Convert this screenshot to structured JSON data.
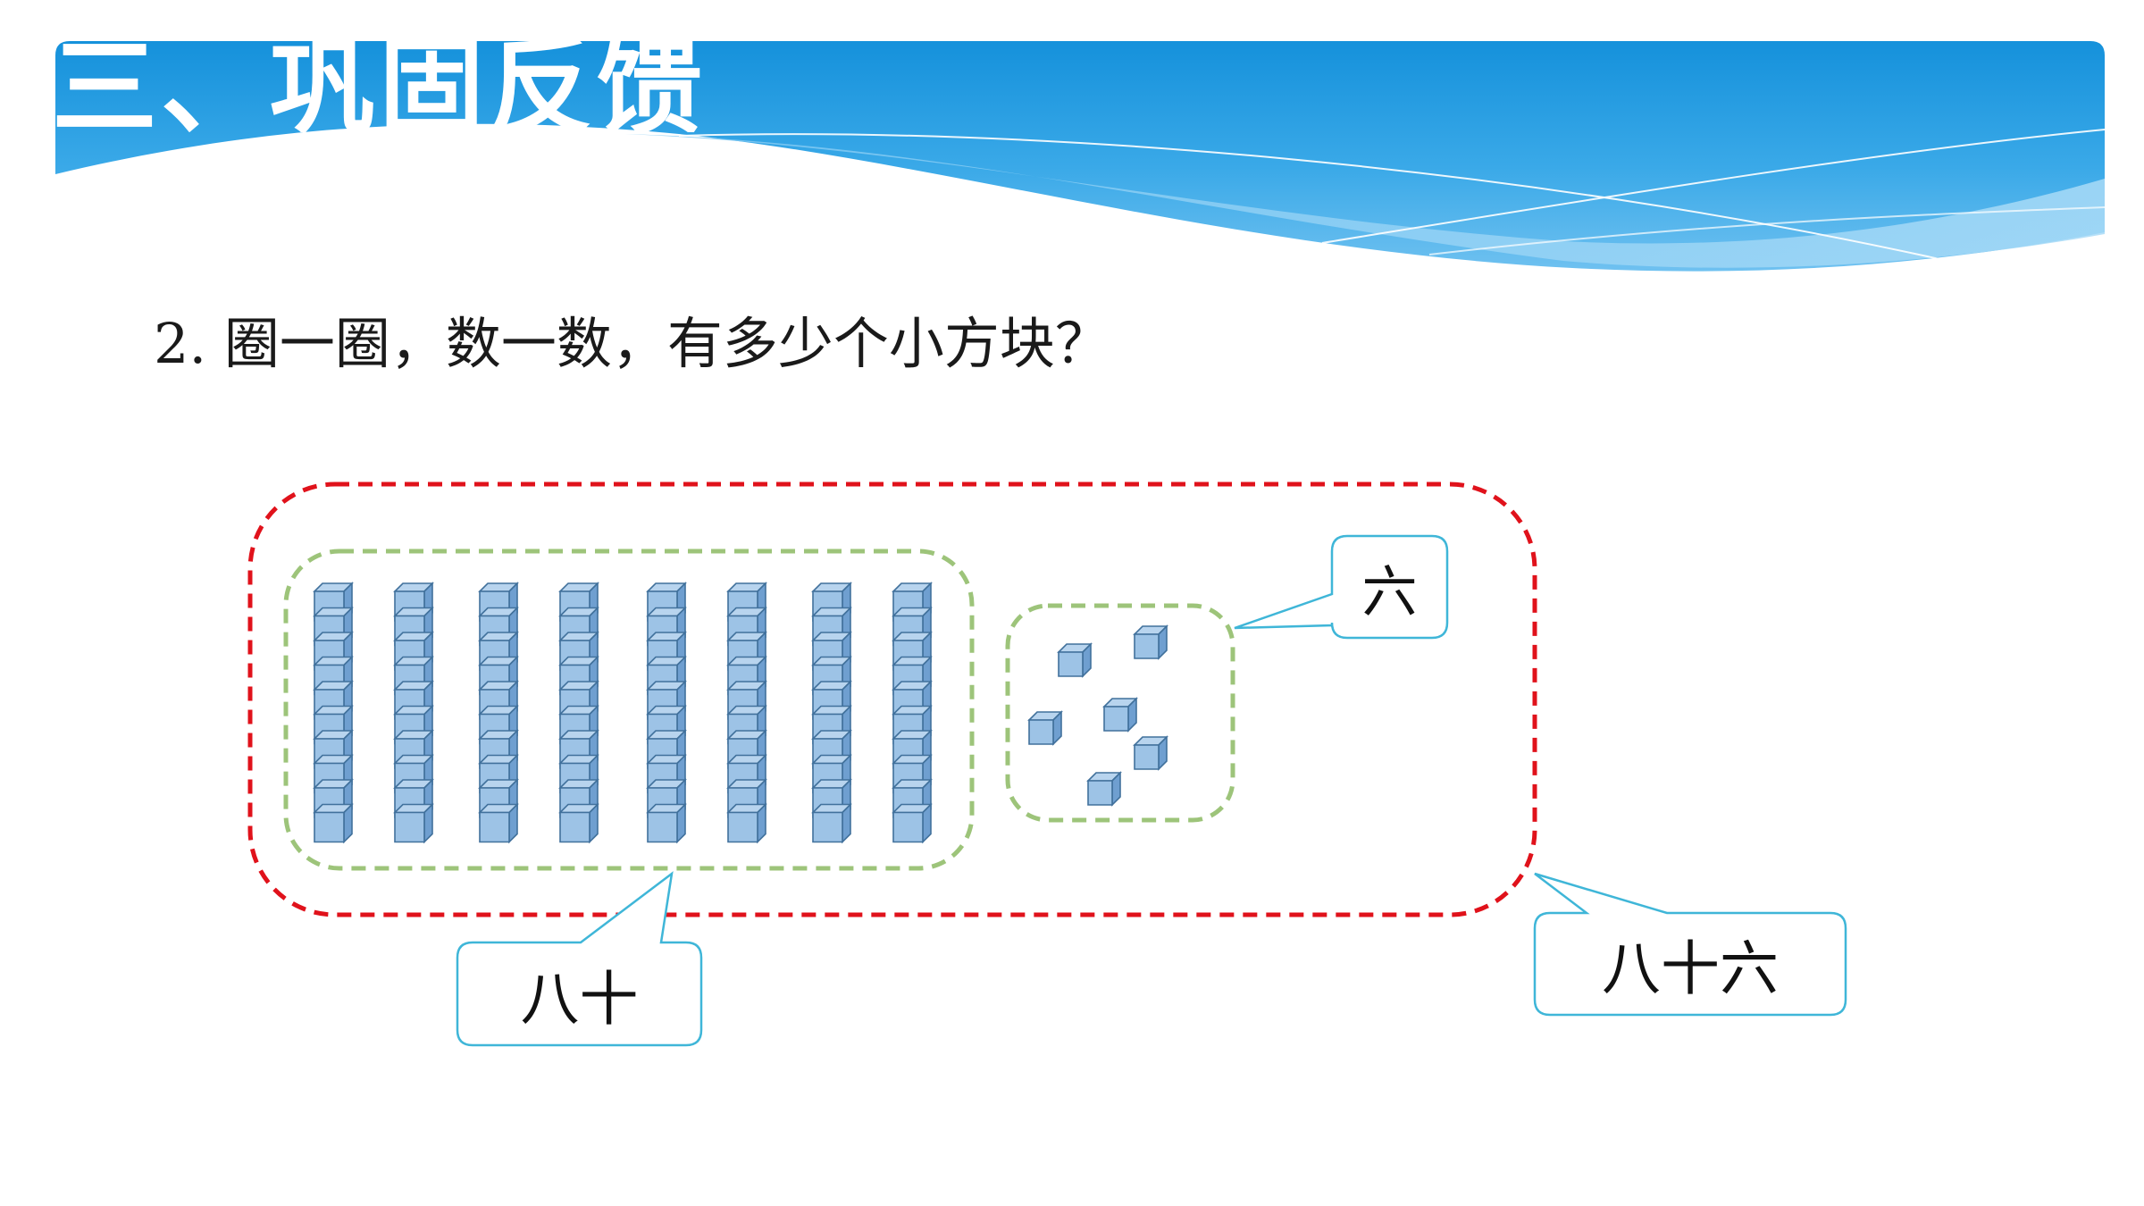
{
  "header": {
    "title": "三、巩固反馈"
  },
  "question": {
    "text": "2. 圈一圈，数一数，有多少个小方块？"
  },
  "figure": {
    "tens_rods": 8,
    "cubes_per_rod": 10,
    "single_cubes": 6
  },
  "labels": {
    "tens": "八十",
    "ones": "六",
    "total": "八十六"
  },
  "colors": {
    "banner": "#1b95de",
    "outer_circle": "#e0121b",
    "group_circle": "#9dc47a",
    "callout_border": "#3fb6d8",
    "cube_fill": "#9dc3e6",
    "cube_stroke": "#41719c"
  }
}
